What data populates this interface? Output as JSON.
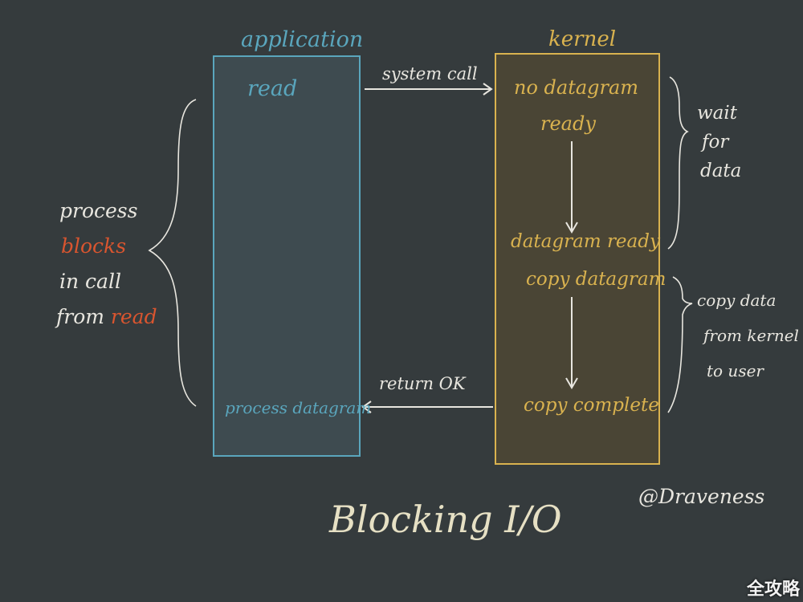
{
  "application": {
    "title": "application",
    "read": "read",
    "process_datagram": "process datagram"
  },
  "kernel": {
    "title": "kernel",
    "no_datagram_line1": "no datagram",
    "no_datagram_line2": "ready",
    "datagram_ready": "datagram ready",
    "copy_datagram": "copy datagram",
    "copy_complete": "copy complete"
  },
  "arrows": {
    "system_call": "system call",
    "return_ok": "return OK"
  },
  "left_note": {
    "line1": "process",
    "line2_red": "blocks",
    "line3": "in call",
    "line4_prefix": "from ",
    "line4_red": "read"
  },
  "right_notes": {
    "wait": [
      "wait",
      "for",
      "data"
    ],
    "copy": [
      "copy data",
      "from kernel",
      "to user"
    ]
  },
  "title": "Blocking I/O",
  "signature": "@Draveness",
  "watermark": "全攻略",
  "colors": {
    "background": "#353b3d",
    "application": "#5aa6bd",
    "kernel": "#d9b24f",
    "text": "#e8e6df",
    "highlight": "#d9552f"
  }
}
